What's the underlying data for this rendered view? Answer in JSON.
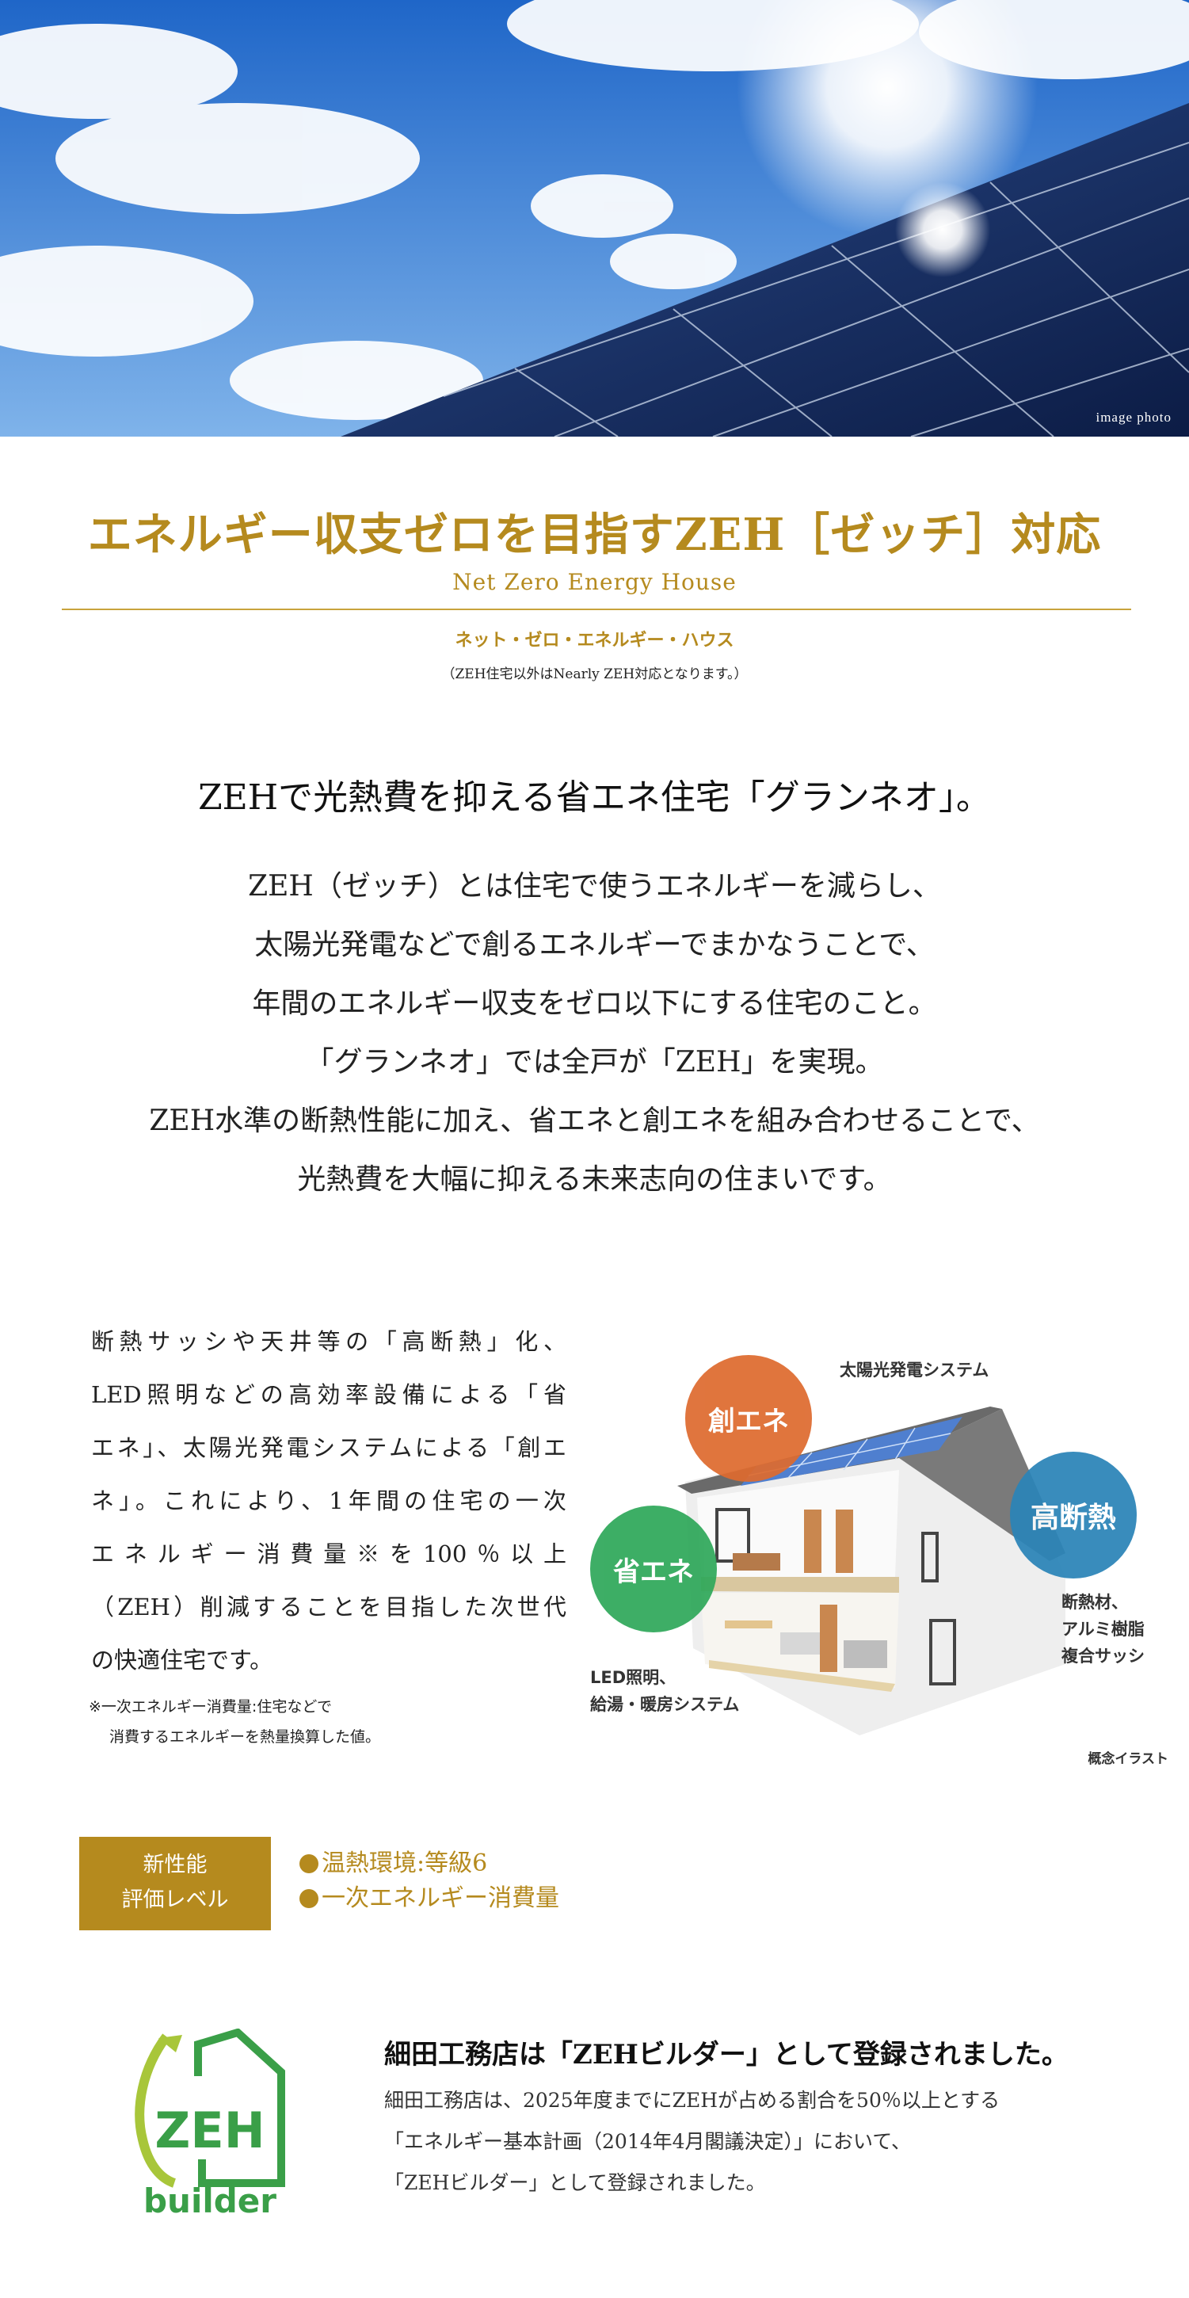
{
  "hero": {
    "caption": "image photo"
  },
  "header": {
    "title": "エネルギー収支ゼロを目指すZEH［ゼッチ］対応",
    "subtitle_en": "Net Zero Energy House",
    "subtitle_jp": "ネット・ゼロ・エネルギー・ハウス",
    "note": "（ZEH住宅以外はNearly ZEH対応となります。）"
  },
  "intro": {
    "heading": "ZEHで光熱費を抑える省エネ住宅「グランネオ」。",
    "lines": [
      "ZEH（ゼッチ）とは住宅で使うエネルギーを減らし、",
      "太陽光発電などで創るエネルギーでまかなうことで、",
      "年間のエネルギー収支をゼロ以下にする住宅のこと。",
      "「グランネオ」では全戸が「ZEH」を実現。",
      "ZEH水準の断熱性能に加え、省エネと創エネを組み合わせることで、",
      "光熱費を大幅に抑える未来志向の住まいです。"
    ]
  },
  "detail": {
    "lines": [
      "断熱サッシや天井等の「高断熱」化、",
      "LED照明などの高効率設備による「省",
      "エネ」、太陽光発電システムによる「創エ",
      "ネ」。これにより、1年間の住宅の一次",
      "エネルギー消費量※を100％以上",
      "（ZEH）削減することを目指した次世代",
      "の快適住宅です。"
    ],
    "footnote": [
      "※一次エネルギー消費量:住宅などで",
      "消費するエネルギーを熱量換算した値。"
    ]
  },
  "illustration": {
    "solar_label": "太陽光発電システム",
    "create": "創エネ",
    "save": "省エネ",
    "insulate": "高断熱",
    "save_desc": [
      "LED照明、",
      "給湯・暖房システム"
    ],
    "insulate_desc": [
      "断熱材、",
      "アルミ樹脂",
      "複合サッシ"
    ],
    "caption": "概念イラスト",
    "colors": {
      "create": "#de6b2f",
      "save": "#2fa85a",
      "insulate": "#2b84b8"
    }
  },
  "performance": {
    "badge": [
      "新性能",
      "評価レベル"
    ],
    "items": [
      "温熱環境:等級6",
      "一次エネルギー消費量"
    ]
  },
  "builder": {
    "logo_text": [
      "ZEH",
      "builder"
    ],
    "heading": "細田工務店は「ZEHビルダー」として登録されました。",
    "lines": [
      "細田工務店は、2025年度までにZEHが占める割合を50％以上とする",
      "「エネルギー基本計画（2014年4月閣議決定）」において、",
      "「ZEHビルダー」として登録されました。"
    ]
  },
  "colors": {
    "gold": "#b58a1e"
  }
}
